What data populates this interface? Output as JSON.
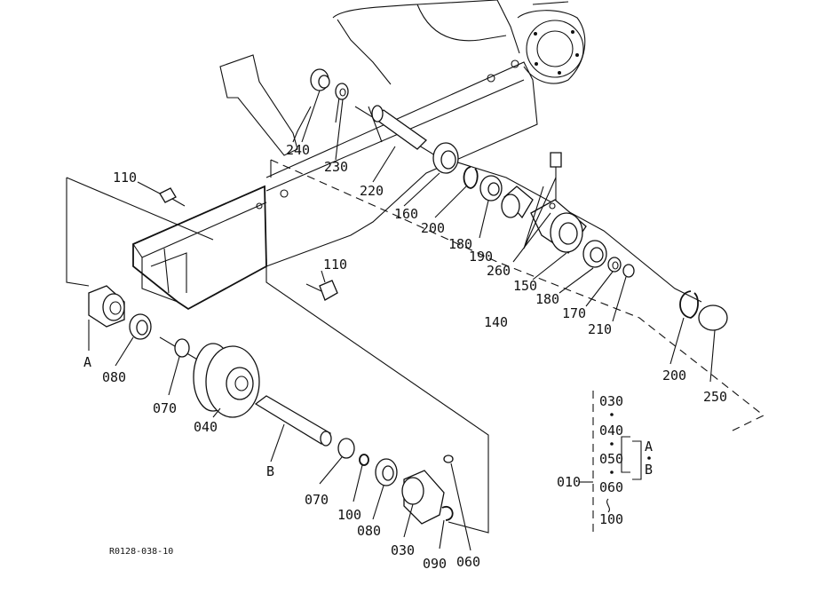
{
  "drawing_code": "R0128-038-10",
  "labels": {
    "p240": "240",
    "p230": "230",
    "p220": "220",
    "p160": "160",
    "p200a": "200",
    "p180a": "180",
    "p190": "190",
    "p260": "260",
    "p150": "150",
    "p180b": "180",
    "p170": "170",
    "p210": "210",
    "p140": "140",
    "p200b": "200",
    "p250": "250",
    "p110a": "110",
    "p110b": "110",
    "pA": "A",
    "p080a": "080",
    "p070a": "070",
    "p040": "040",
    "pB": "B",
    "p070b": "070",
    "p100": "100",
    "p080b": "080",
    "p030": "030",
    "p090": "090",
    "p060": "060"
  },
  "legend": {
    "l030": "030",
    "l040": "040",
    "l050": "050",
    "l060": "060",
    "l100": "100",
    "l010": "010",
    "lA": "A",
    "lB": "B"
  }
}
